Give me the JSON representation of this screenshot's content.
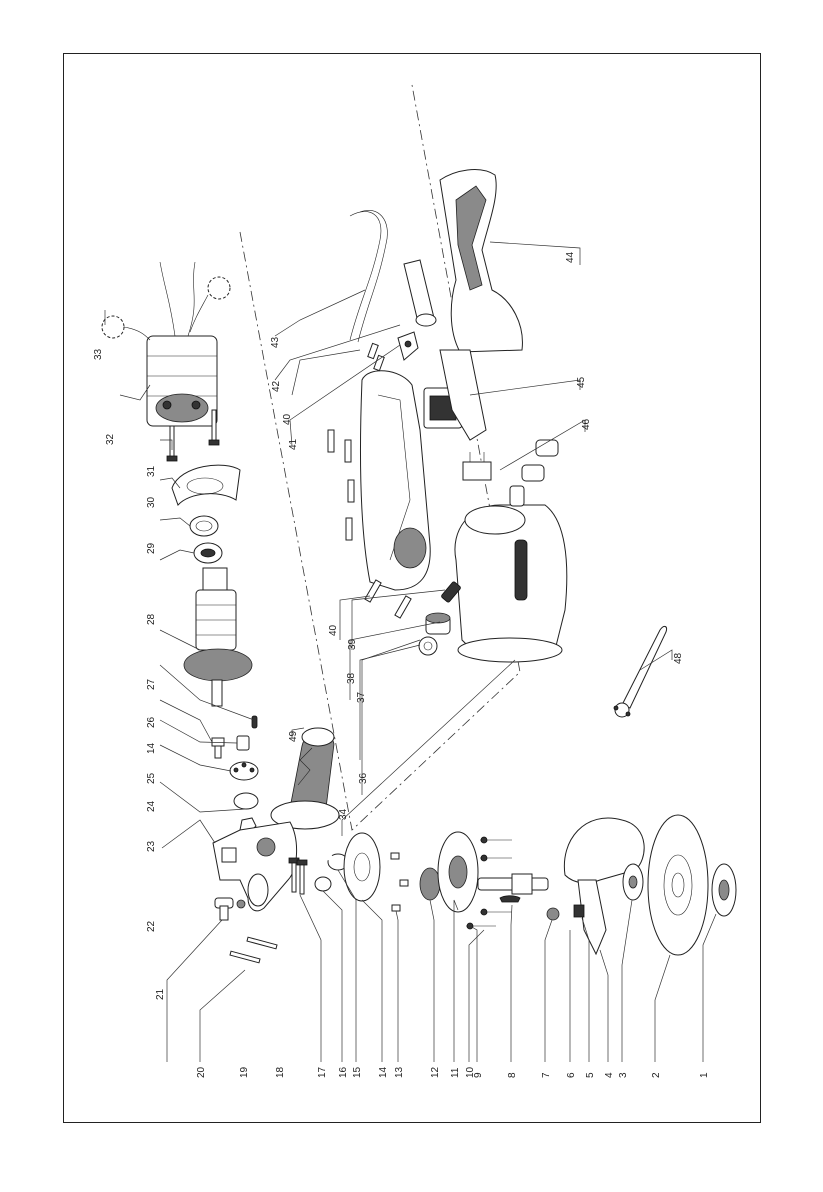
{
  "diagram": {
    "title": "",
    "orientation": "rotated-90",
    "callouts": [
      {
        "id": "c1",
        "label": "1"
      },
      {
        "id": "c2",
        "label": "2"
      },
      {
        "id": "c3",
        "label": "3"
      },
      {
        "id": "c4",
        "label": "4"
      },
      {
        "id": "c5",
        "label": "5"
      },
      {
        "id": "c6",
        "label": "6"
      },
      {
        "id": "c7",
        "label": "7"
      },
      {
        "id": "c8",
        "label": "8"
      },
      {
        "id": "c9",
        "label": "9"
      },
      {
        "id": "c10",
        "label": "10"
      },
      {
        "id": "c11",
        "label": "11"
      },
      {
        "id": "c12",
        "label": "12"
      },
      {
        "id": "c13",
        "label": "13"
      },
      {
        "id": "c14",
        "label": "14"
      },
      {
        "id": "c15",
        "label": "15"
      },
      {
        "id": "c16",
        "label": "16"
      },
      {
        "id": "c17",
        "label": "17"
      },
      {
        "id": "c18",
        "label": "18"
      },
      {
        "id": "c19",
        "label": "19"
      },
      {
        "id": "c20",
        "label": "20"
      },
      {
        "id": "c21",
        "label": "21"
      },
      {
        "id": "c22",
        "label": "22"
      },
      {
        "id": "c23",
        "label": "23"
      },
      {
        "id": "c24",
        "label": "24"
      },
      {
        "id": "c25",
        "label": "25"
      },
      {
        "id": "c14b",
        "label": "14"
      },
      {
        "id": "c26",
        "label": "26"
      },
      {
        "id": "c27",
        "label": "27"
      },
      {
        "id": "c28",
        "label": "28"
      },
      {
        "id": "c29",
        "label": "29"
      },
      {
        "id": "c30",
        "label": "30"
      },
      {
        "id": "c31",
        "label": "31"
      },
      {
        "id": "c32",
        "label": "32"
      },
      {
        "id": "c33",
        "label": "33"
      },
      {
        "id": "c34",
        "label": "34"
      },
      {
        "id": "c36",
        "label": "36"
      },
      {
        "id": "c37",
        "label": "37"
      },
      {
        "id": "c38",
        "label": "38"
      },
      {
        "id": "c39",
        "label": "39"
      },
      {
        "id": "c40",
        "label": "40"
      },
      {
        "id": "c40b",
        "label": "40"
      },
      {
        "id": "c41",
        "label": "41"
      },
      {
        "id": "c42",
        "label": "42"
      },
      {
        "id": "c43",
        "label": "43"
      },
      {
        "id": "c44",
        "label": "44"
      },
      {
        "id": "c45",
        "label": "45"
      },
      {
        "id": "c46",
        "label": "46"
      },
      {
        "id": "c48",
        "label": "48"
      },
      {
        "id": "c49",
        "label": "49"
      }
    ]
  }
}
